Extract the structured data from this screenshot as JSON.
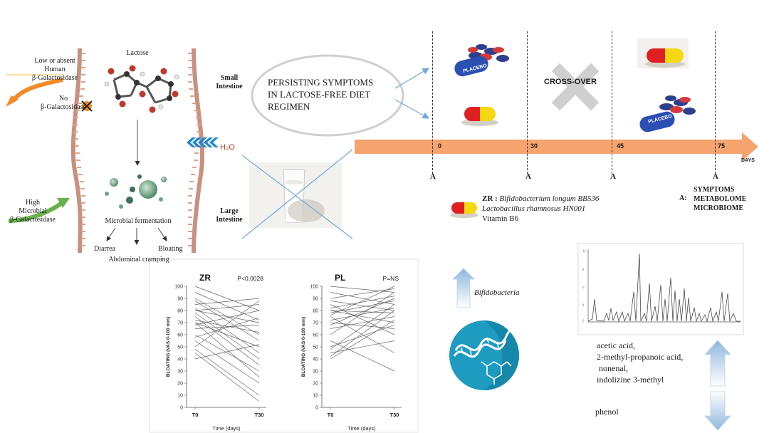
{
  "mechanism": {
    "left_top_note": [
      "Low or absent",
      "Human",
      "β-Galactosidase"
    ],
    "no_enzyme_note": [
      "No",
      "β-Galactosidase"
    ],
    "lactose_label": "Lactose",
    "high_microbial_note": [
      "High",
      "Microbial",
      "β-Galactosidase"
    ],
    "fermentation_label": "Microbial fermentation",
    "outcomes": [
      "Diarrea",
      "Abdominal cramping",
      "Bloating"
    ],
    "water_label": "H₂O",
    "small_intestine_label": [
      "Small",
      "Intestine"
    ],
    "large_intestine_label": [
      "Large",
      "Intestine"
    ]
  },
  "study": {
    "symptoms_box": [
      "PERSISTING SYMPTOMS",
      "IN LACTOSE-FREE DIET",
      "REGIMEN"
    ],
    "crossover_label": "CROSS-OVER",
    "timeline_ticks": [
      "0",
      "30",
      "45",
      "75"
    ],
    "timeline_unit": "DAYS",
    "analysis_marker": "A",
    "analysis_key": "A:",
    "analysis_items": [
      "SYMPTOMS",
      "METABOLOME",
      "MICROBIOME"
    ],
    "placebo_text": "PLACEBO",
    "zr_label": "ZR :",
    "zr_items": [
      "Bifidobacterium longum BB536",
      "Lactobacillus rhamnosus HN001",
      "Vitamin B6"
    ],
    "zr_strain_suffix": "HN001"
  },
  "results": {
    "bifido_label": "Bifidobacteria",
    "metabolites_up": [
      "acetic acid,",
      "2-methyl-propanoic acid,",
      " nonenal,",
      "indolizine 3-methyl"
    ],
    "metabolites_down": [
      "phenol"
    ]
  },
  "chart_data": [
    {
      "type": "line",
      "title": "ZR",
      "annotation": "P<0.0028",
      "xlabel": "Time (days)",
      "ylabel": "BLOATING (VAS 0-100 mm)",
      "categories": [
        "T0",
        "T30"
      ],
      "ylim": [
        0,
        100
      ],
      "yticks": [
        0,
        10,
        20,
        30,
        40,
        50,
        60,
        70,
        80,
        90,
        100
      ],
      "series": [
        {
          "values": [
            100,
            80
          ]
        },
        {
          "values": [
            95,
            72
          ]
        },
        {
          "values": [
            90,
            60
          ]
        },
        {
          "values": [
            88,
            55
          ]
        },
        {
          "values": [
            85,
            90
          ]
        },
        {
          "values": [
            82,
            45
          ]
        },
        {
          "values": [
            80,
            70
          ]
        },
        {
          "values": [
            80,
            85
          ]
        },
        {
          "values": [
            78,
            40
          ]
        },
        {
          "values": [
            75,
            35
          ]
        },
        {
          "values": [
            72,
            62
          ]
        },
        {
          "values": [
            70,
            50
          ]
        },
        {
          "values": [
            70,
            25
          ]
        },
        {
          "values": [
            68,
            80
          ]
        },
        {
          "values": [
            65,
            68
          ]
        },
        {
          "values": [
            60,
            30
          ]
        },
        {
          "values": [
            58,
            74
          ]
        },
        {
          "values": [
            55,
            20
          ]
        },
        {
          "values": [
            50,
            88
          ]
        },
        {
          "values": [
            48,
            10
          ]
        },
        {
          "values": [
            45,
            5
          ]
        },
        {
          "values": [
            40,
            52
          ]
        }
      ]
    },
    {
      "type": "line",
      "title": "PL",
      "annotation": "P=NS",
      "xlabel": "Time (days)",
      "ylabel": "BLOATING (VAS 0-100 mm)",
      "categories": [
        "T0",
        "T30"
      ],
      "ylim": [
        0,
        100
      ],
      "yticks": [
        0,
        10,
        20,
        30,
        40,
        50,
        60,
        70,
        80,
        90,
        100
      ],
      "series": [
        {
          "values": [
            100,
            95
          ]
        },
        {
          "values": [
            95,
            85
          ]
        },
        {
          "values": [
            90,
            98
          ]
        },
        {
          "values": [
            88,
            80
          ]
        },
        {
          "values": [
            85,
            60
          ]
        },
        {
          "values": [
            82,
            92
          ]
        },
        {
          "values": [
            80,
            78
          ]
        },
        {
          "values": [
            80,
            70
          ]
        },
        {
          "values": [
            78,
            88
          ]
        },
        {
          "values": [
            76,
            100
          ]
        },
        {
          "values": [
            75,
            45
          ]
        },
        {
          "values": [
            72,
            82
          ]
        },
        {
          "values": [
            70,
            65
          ]
        },
        {
          "values": [
            68,
            90
          ]
        },
        {
          "values": [
            65,
            75
          ]
        },
        {
          "values": [
            60,
            95
          ]
        },
        {
          "values": [
            55,
            30
          ]
        },
        {
          "values": [
            50,
            68
          ]
        },
        {
          "values": [
            48,
            85
          ]
        },
        {
          "values": [
            45,
            55
          ]
        },
        {
          "values": [
            42,
            80
          ]
        },
        {
          "values": [
            40,
            72
          ]
        }
      ]
    }
  ]
}
